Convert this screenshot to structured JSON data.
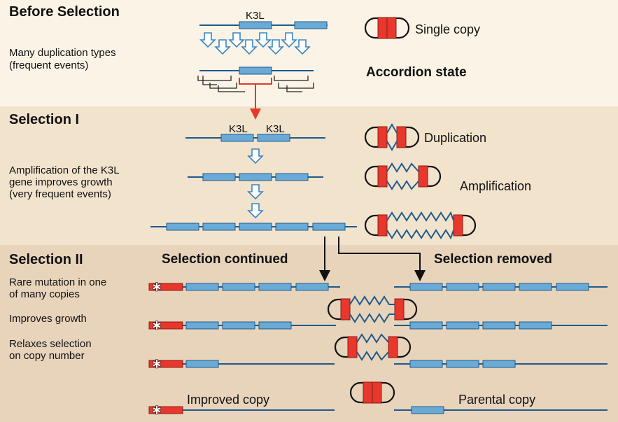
{
  "sections": {
    "before": {
      "heading": "Before Selection",
      "desc_line1": "Many duplication types",
      "desc_line2": "(frequent events)"
    },
    "sel1": {
      "heading": "Selection I",
      "desc_line1": "Amplification of the K3L",
      "desc_line2": "gene improves growth",
      "desc_line3": "(very frequent events)"
    },
    "sel2": {
      "heading": "Selection II",
      "desc_a_line1": "Rare mutation in one",
      "desc_a_line2": "of many copies",
      "desc_b": "Improves growth",
      "desc_c_line1": "Relaxes selection",
      "desc_c_line2": "on copy number"
    }
  },
  "gene_labels": {
    "k3l_top": "K3L",
    "k3l_dup_left": "K3L",
    "k3l_dup_right": "K3L"
  },
  "legend": {
    "single_copy": "Single copy",
    "accordion_state": "Accordion state",
    "duplication": "Duplication",
    "amplification": "Amplification"
  },
  "columns": {
    "continued": "Selection continued",
    "removed": "Selection removed",
    "improved_copy": "Improved copy",
    "parental_copy": "Parental copy"
  },
  "colors": {
    "gene_fill": "#6aaad6",
    "line": "#1f5a8c",
    "red": "#e8372d",
    "band1": "#fbf4e6",
    "band2": "#f2e3cd",
    "band3": "#e8d4bb"
  }
}
